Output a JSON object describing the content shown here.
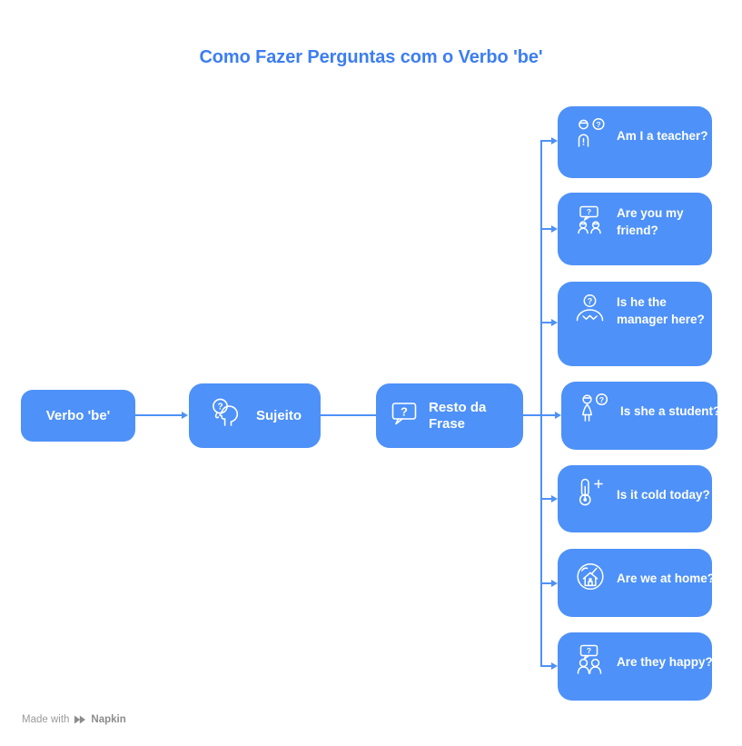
{
  "title": {
    "text": "Como Fazer Perguntas com o Verbo 'be'",
    "color": "#3C7EF2"
  },
  "colors": {
    "node_fill": "#4E91F8",
    "node_text": "#FFFFFF",
    "connector": "#4E91F8",
    "title": "#3C7EF2",
    "watermark": "#9A9A9A",
    "background": "#FFFFFF"
  },
  "flow": {
    "main_nodes": [
      {
        "label": "Verbo 'be'",
        "icon": "none"
      },
      {
        "label": "Sujeito",
        "icon": "head-magnifier-question-icon"
      },
      {
        "label": "Resto da Frase",
        "icon": "speech-bubble-question-icon"
      }
    ],
    "questions": [
      {
        "label": "Am I a teacher?",
        "icon": "teacher-person-question-icon"
      },
      {
        "label": "Are you my friend?",
        "icon": "two-friends-question-bubble-icon"
      },
      {
        "label": "Is he the manager here?",
        "icon": "manager-person-question-icon"
      },
      {
        "label": "Is she a student?",
        "icon": "student-person-question-icon"
      },
      {
        "label": "Is it cold today?",
        "icon": "thermometer-plus-icon"
      },
      {
        "label": "Are we at home?",
        "icon": "globe-house-icon"
      },
      {
        "label": "Are they happy?",
        "icon": "group-question-bubble-icon"
      }
    ]
  },
  "watermark": {
    "prefix": "Made with",
    "brand": "Napkin"
  }
}
